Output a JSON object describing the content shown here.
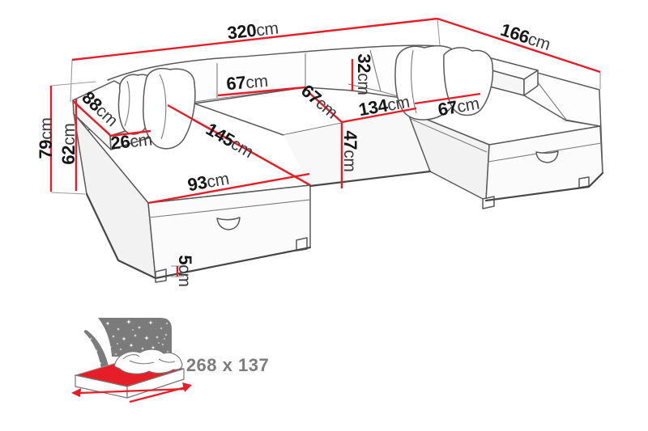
{
  "page": {
    "type": "product-dimension-diagram",
    "product": "u-shaped-corner-sofa-bed-with-storage",
    "background": "#ffffff"
  },
  "colors": {
    "dimension_line_red": "#e61e28",
    "outline_gray": "#5a5a5a",
    "icon_gray": "#7b7b7b",
    "number_text": "#161616",
    "bed_size_text": "#7d7d7d"
  },
  "dims": {
    "total_width": {
      "value": "320",
      "unit": "cm"
    },
    "total_depth_right": {
      "value": "166",
      "unit": "cm"
    },
    "total_height": {
      "value": "79",
      "unit": "cm"
    },
    "armrest_height": {
      "value": "62",
      "unit": "cm"
    },
    "armrest_length": {
      "value": "88",
      "unit": "cm"
    },
    "armrest_width": {
      "value": "26",
      "unit": "cm"
    },
    "backrest_left_width": {
      "value": "67",
      "unit": "cm"
    },
    "middle_seat_depth": {
      "value": "67",
      "unit": "cm"
    },
    "backrest_height": {
      "value": "32",
      "unit": "cm"
    },
    "middle_seat_width": {
      "value": "134",
      "unit": "cm"
    },
    "right_chaise_width": {
      "value": "67",
      "unit": "cm"
    },
    "seat_front_height": {
      "value": "47",
      "unit": "cm"
    },
    "left_chaise_length": {
      "value": "145",
      "unit": "cm"
    },
    "left_chaise_front_width": {
      "value": "93",
      "unit": "cm"
    },
    "leg_height": {
      "value": "5",
      "unit": "cm"
    }
  },
  "sleeping_area": {
    "size_label": "268 x 137"
  },
  "icons": {
    "sleep_function_icon": "bed-with-red-mattress-under-starry-night"
  }
}
